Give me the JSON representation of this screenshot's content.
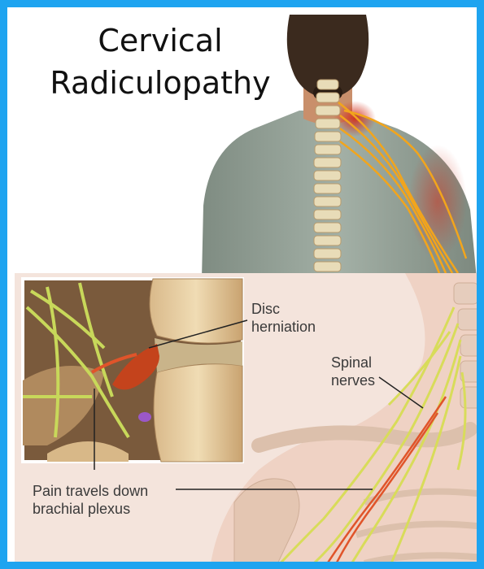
{
  "title": {
    "line1": "Cervical",
    "line2": "Radiculopathy"
  },
  "labels": {
    "disc": {
      "line1": "Disc",
      "line2": "herniation"
    },
    "spinal": {
      "line1": "Spinal",
      "line2": "nerves"
    },
    "pain": {
      "line1": "Pain travels down",
      "line2": "brachial plexus"
    }
  },
  "colors": {
    "frame_border": "#1ea4f0",
    "shirt": "#8f9c92",
    "skin": "#c98f6b",
    "hair": "#3b2a1e",
    "spine": "#e8dcb8",
    "nerve_orange": "#f2a51c",
    "pain_red": "#d2301c",
    "disc": "#c4431c",
    "nerve_yellow": "#d8dc5a",
    "anatomy_bg": "#f4e4dc"
  }
}
